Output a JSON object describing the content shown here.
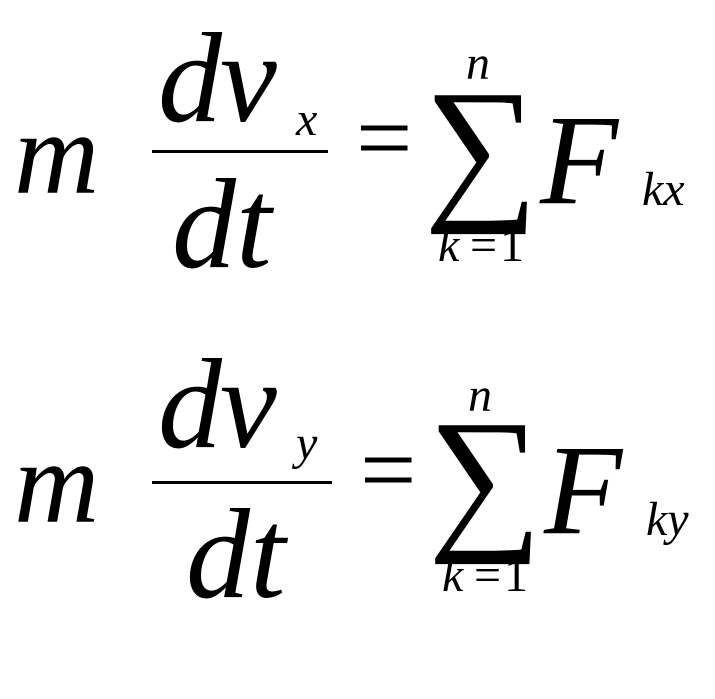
{
  "equations": [
    {
      "mass": "m",
      "numerator_d": "d",
      "numerator_v": "v",
      "numerator_sub": "x",
      "denominator": "dt",
      "equals": "=",
      "sum_symbol": "∑",
      "sum_upper": "n",
      "sum_lower_index": "k",
      "sum_lower_eq": "=",
      "sum_lower_value": "1",
      "force": "F",
      "force_sub": "kx"
    },
    {
      "mass": "m",
      "numerator_d": "d",
      "numerator_v": "v",
      "numerator_sub": "y",
      "denominator": "dt",
      "equals": "=",
      "sum_symbol": "∑",
      "sum_upper": "n",
      "sum_lower_index": "k",
      "sum_lower_eq": "=",
      "sum_lower_value": "1",
      "force": "F",
      "force_sub": "ky"
    }
  ]
}
